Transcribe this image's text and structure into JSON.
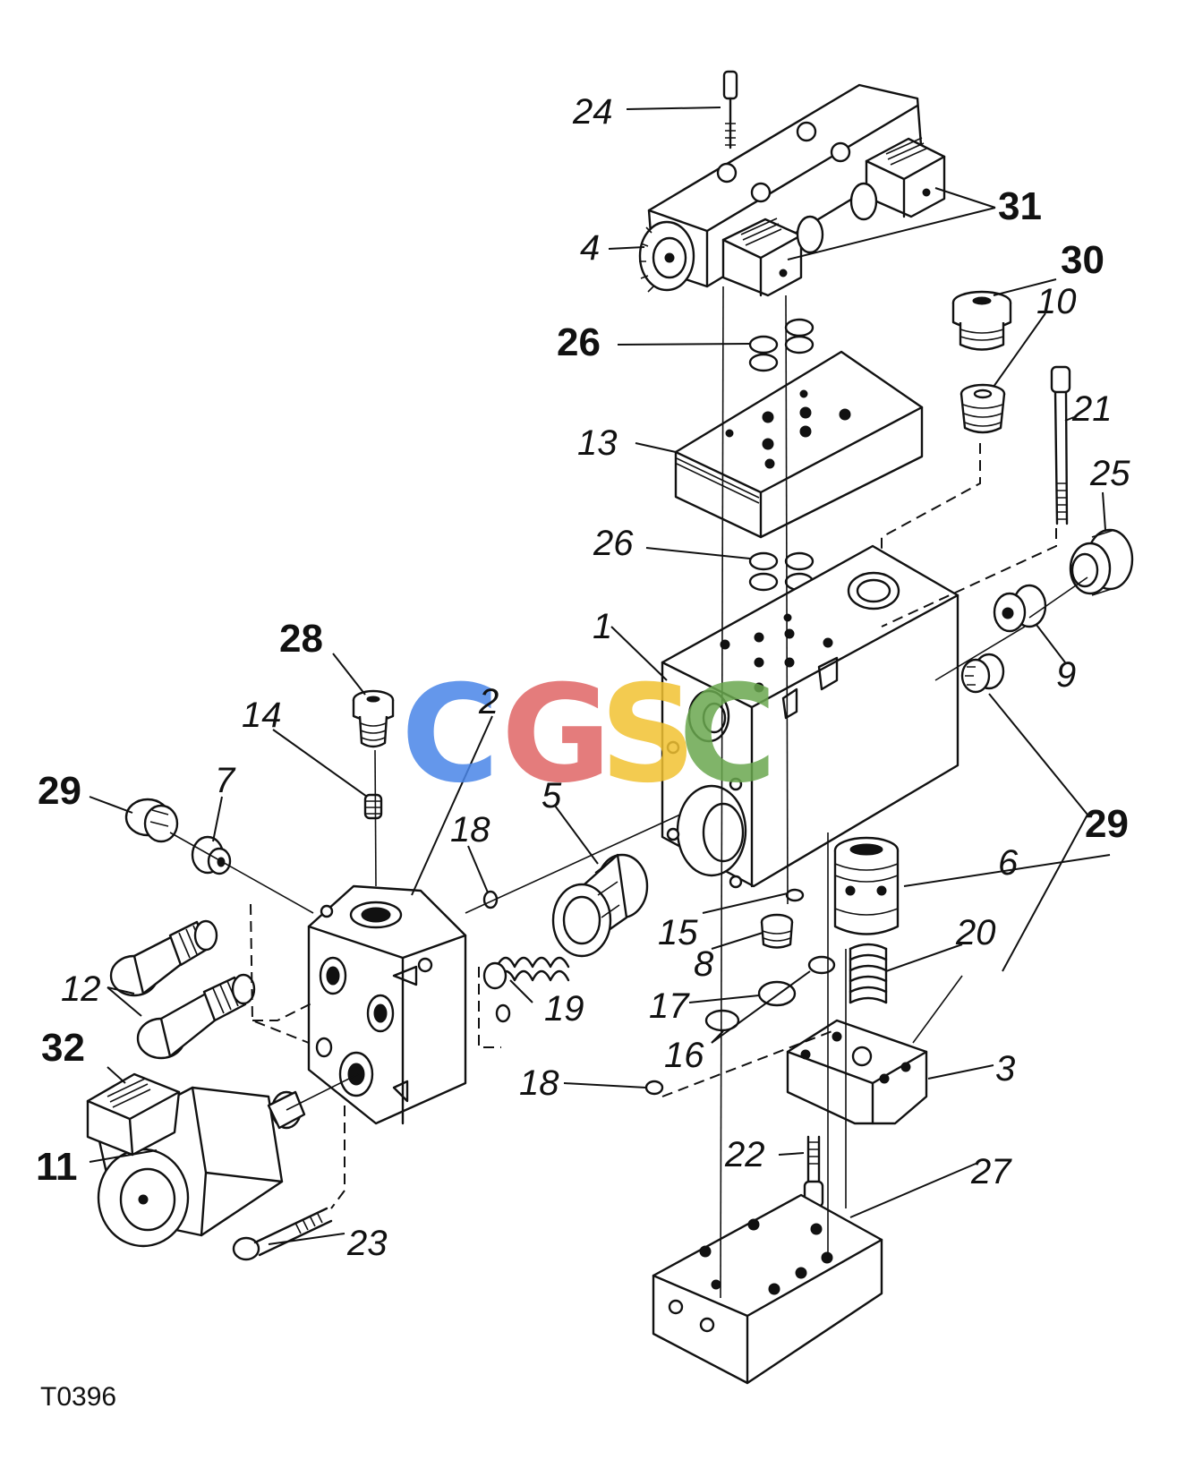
{
  "drawing": {
    "code": "T0396",
    "watermark": {
      "letters": [
        "C",
        "G",
        "S",
        "C"
      ],
      "colors": [
        "#4a86e8",
        "#e06666",
        "#f1c232",
        "#6aa84f"
      ]
    },
    "callouts": [
      "24",
      "31",
      "4",
      "30",
      "10",
      "26",
      "13",
      "21",
      "25",
      "26",
      "1",
      "9",
      "28",
      "2",
      "14",
      "29",
      "7",
      "5",
      "18",
      "6",
      "29",
      "15",
      "8",
      "20",
      "12",
      "17",
      "19",
      "32",
      "16",
      "3",
      "18",
      "11",
      "22",
      "27",
      "23"
    ]
  }
}
